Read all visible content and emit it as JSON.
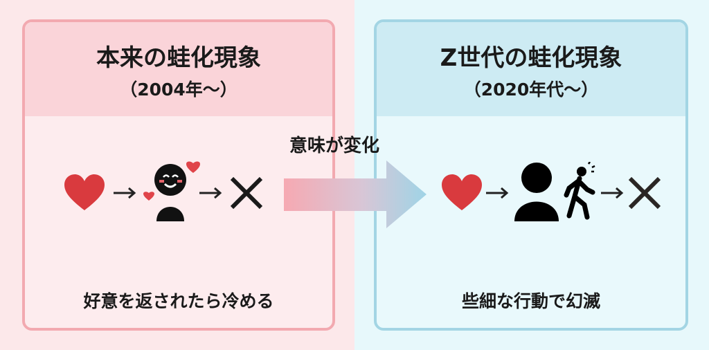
{
  "left": {
    "title": "本来の蛙化現象",
    "subtitle": "（2004年〜）",
    "caption": "好意を返されたら冷める"
  },
  "right": {
    "title": "Z世代の蛙化現象",
    "subtitle": "（2020年代〜）",
    "caption": "些細な行動で幻滅"
  },
  "transition": {
    "label": "意味が変化"
  },
  "colors": {
    "heart": "#d93a3e",
    "left_accent": "#f2a9b0",
    "right_accent": "#a3d5e4"
  }
}
